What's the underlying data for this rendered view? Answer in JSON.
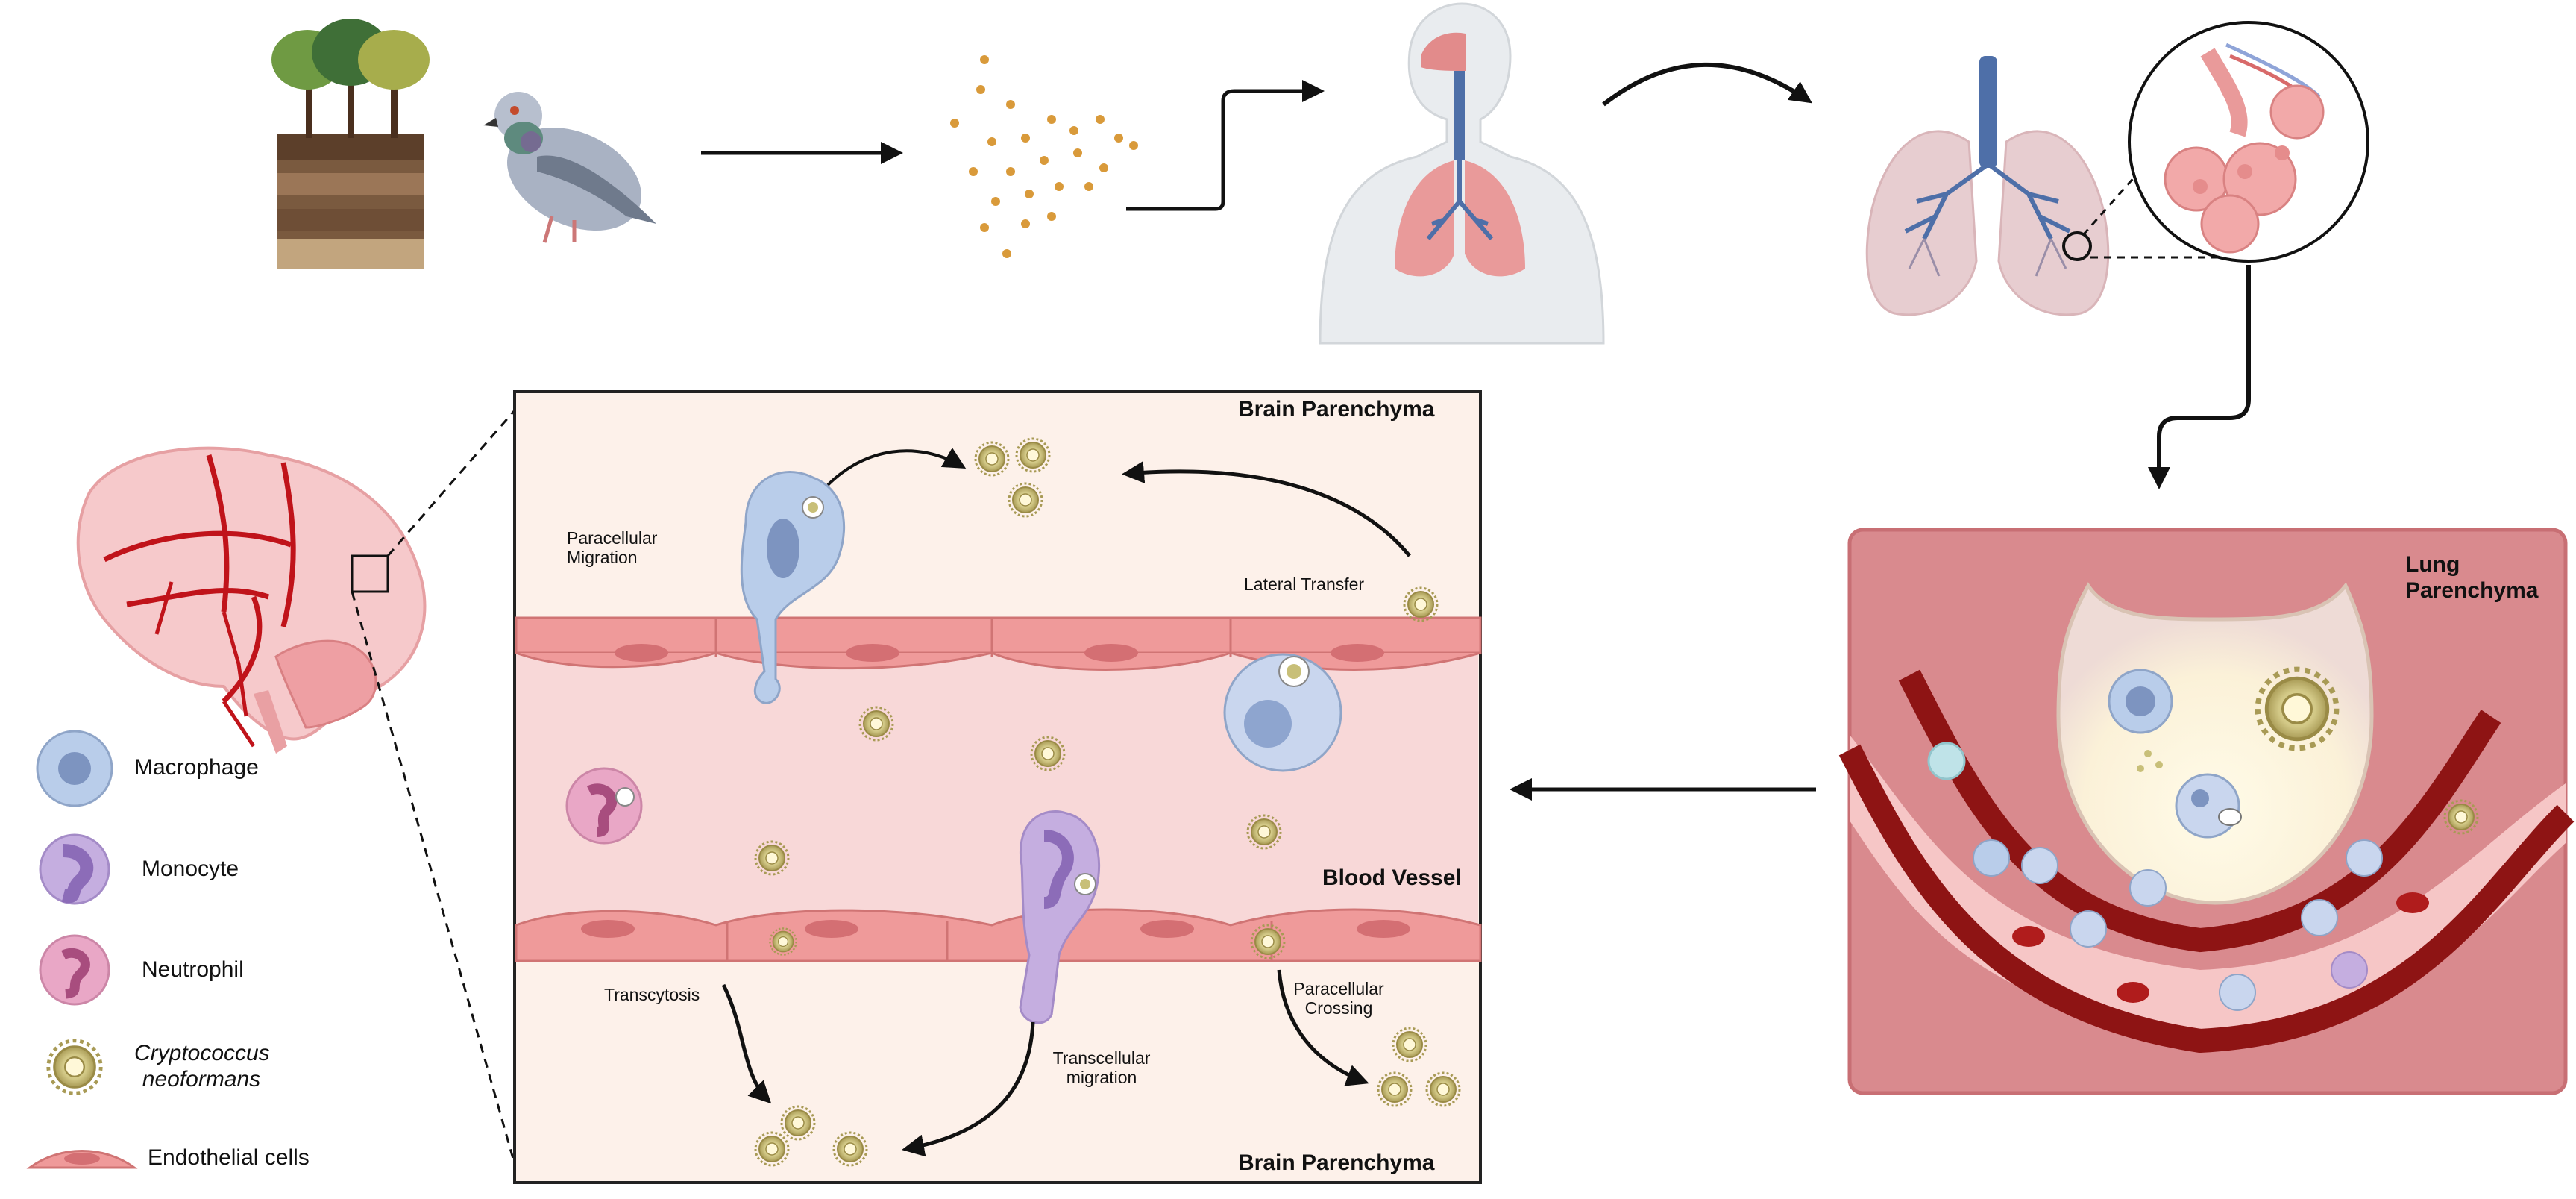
{
  "panel_labels": {
    "brain_top": "Brain Parenchyma",
    "brain_bottom": "Brain Parenchyma",
    "blood_vessel": "Blood Vessel",
    "lung": "Lung Parenchyma"
  },
  "process_labels": {
    "paracellular_migration": "Paracellular Migration",
    "lateral_transfer": "Lateral Transfer",
    "transcytosis": "Transcytosis",
    "transcellular_migration": "Transcellular migration",
    "paracellular_crossing": "Paracellular Crossing"
  },
  "legend": [
    {
      "label": "Macrophage",
      "icon": "macrophage-icon"
    },
    {
      "label": "Monocyte",
      "icon": "monocyte-icon"
    },
    {
      "label": "Neutrophil",
      "icon": "neutrophil-icon"
    },
    {
      "label": "Cryptococcus neoformans",
      "icon": "cryptococcus-icon"
    },
    {
      "label": "Endothelial cells",
      "icon": "endothelial-cell-icon"
    }
  ],
  "colors": {
    "macrophage": "#b9cdea",
    "monocyte": "#c5aee0",
    "neutrophil": "#e9a7c6",
    "cryptococcus": "#c8bf78",
    "endothelial": "#ef9a9a",
    "vessel_lumen": "#f8d8d8",
    "brain_bg": "#fdf1ea",
    "lung_bg": "#d98a8e"
  }
}
